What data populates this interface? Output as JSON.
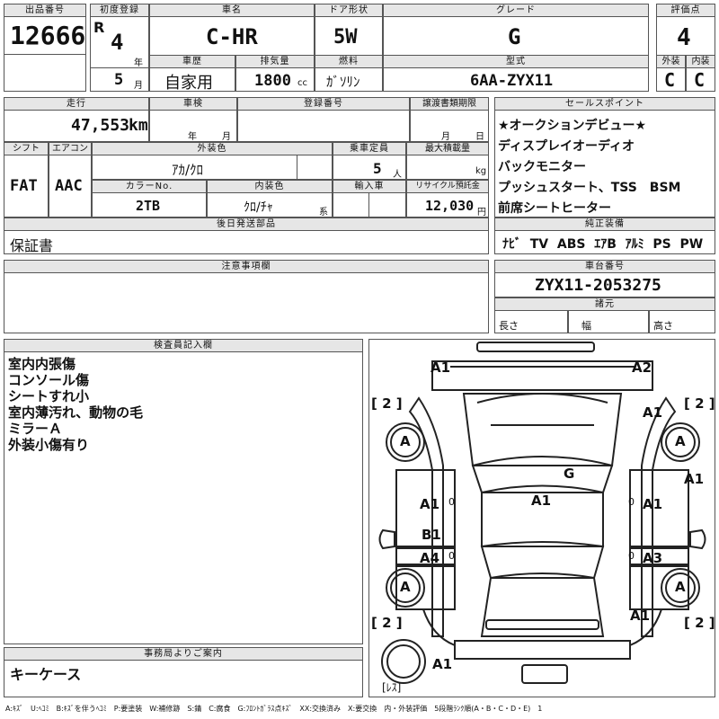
{
  "header": {
    "lot_label": "出品番号",
    "lot_no": "12666",
    "first_reg_label": "初度登録",
    "era": "R",
    "year": "4",
    "year_unit": "年",
    "month": "5",
    "month_unit": "月",
    "name_label": "車名",
    "name": "C-HR",
    "door_label": "ドア形状",
    "door": "5W",
    "grade_label": "グレード",
    "grade": "G",
    "score_label": "評価点",
    "score": "4",
    "history_label": "車歴",
    "history": "自家用",
    "cc_label": "排気量",
    "cc": "1800",
    "cc_unit": "cc",
    "fuel_label": "燃料",
    "fuel": "ｶﾞｿﾘﾝ",
    "model_label": "型式",
    "model": "6AA-ZYX11",
    "ext_label": "外装",
    "int_label": "内装",
    "ext": "C",
    "int": "C"
  },
  "row2": {
    "mileage_label": "走行",
    "mileage": "47,553",
    "mileage_unit": "km",
    "inspection_label": "車検",
    "insp_year_unit": "年",
    "insp_month_unit": "月",
    "regno_label": "登録番号",
    "transfer_label": "譲渡書類期限",
    "transfer_month": "月",
    "transfer_day": "日",
    "shift_label": "シフト",
    "shift": "FAT",
    "ac_label": "エアコン",
    "ac": "AAC",
    "color_label": "外装色",
    "color": "ｱｶ/ｸﾛ",
    "seats_label": "乗車定員",
    "seats": "5",
    "seats_unit": "人",
    "load_label": "最大積載量",
    "load_unit": "kg",
    "colorno_label": "カラーNo.",
    "colorno": "2TB",
    "intcolor_label": "内装色",
    "intcolor": "ｸﾛ/ﾁｬ",
    "intcolor_unit": "系",
    "import_label": "輸入車",
    "recycle_label": "リサイクル預託金",
    "recycle": "12,030",
    "recycle_unit": "円",
    "later_label": "後日発送部品",
    "later": "保証書"
  },
  "sales": {
    "label": "セールスポイント",
    "lines": [
      "★オークションデビュー★",
      "ディスプレイオーディオ",
      "バックモニター",
      "プッシュスタート、TSS　BSM",
      "前席シートヒーター"
    ]
  },
  "equipment": {
    "label": "純正装備",
    "items": [
      "ﾅﾋﾞ",
      "TV",
      "ABS",
      "ｴｱB",
      "ｱﾙﾐ",
      "PS",
      "PW"
    ]
  },
  "notes": {
    "label": "注意事項欄"
  },
  "chassis": {
    "label": "車台番号",
    "value": "ZYX11-2053275",
    "dims_label": "諸元",
    "length": "長さ",
    "width": "幅",
    "height": "高さ"
  },
  "inspector": {
    "label": "検査員記入欄",
    "lines": [
      "室内内張傷",
      "コンソール傷",
      "シートすれ小",
      "室内薄汚れ、動物の毛",
      "ミラーＡ",
      "外装小傷有り"
    ]
  },
  "office": {
    "label": "事務局よりご案内",
    "text": "キーケース"
  },
  "diagram_marks": {
    "a1_front_left": "A1",
    "a2_front_right": "A2",
    "bracket_tl": "[ 2 ]",
    "bracket_tr": "[ 2 ]",
    "bracket_bl": "[ 2 ]",
    "bracket_br": "[ 2 ]",
    "tire_fl": "A",
    "tire_fr": "A",
    "tire_rl": "A",
    "tire_rr": "A",
    "fender_r": "A1",
    "pillar_r": "A1",
    "roof": "G",
    "center": "A1",
    "door_fl": "A1",
    "door_rl_b": "B1",
    "door_rl": "A4",
    "door_fr": "A1",
    "door_rr": "A3",
    "rear_r": "A1",
    "rear_l": "A1",
    "spare": "[ﾚｽ]",
    "zero_a": "0",
    "zero_b": "0",
    "zero_c": "0",
    "zero_d": "0"
  },
  "legend": "A:ｷｽﾞ　U:ﾍｺﾐ　B:ｷｽﾞを伴うﾍｺﾐ　P:要塗装　W:補修跡　S:錆　C:腐食　G:ﾌﾛﾝﾄｶﾞﾗｽ点ｷｽﾞ　XX:交換済み　X:要交換　内・外装評価　5段階ﾗﾝｸ順(A・B・C・D・E)　1"
}
